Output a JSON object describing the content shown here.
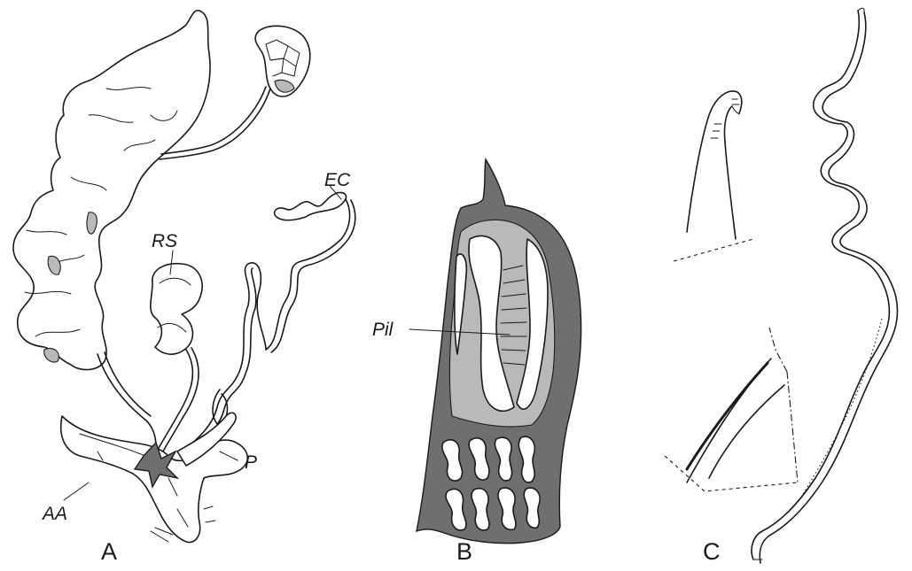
{
  "figure": {
    "panels": [
      {
        "id": "A",
        "label": "A"
      },
      {
        "id": "B",
        "label": "B"
      },
      {
        "id": "C",
        "label": "C"
      }
    ],
    "annotations": {
      "rs": "RS",
      "ec": "EC",
      "aa": "AA",
      "p": "P",
      "pil": "Pil"
    }
  }
}
